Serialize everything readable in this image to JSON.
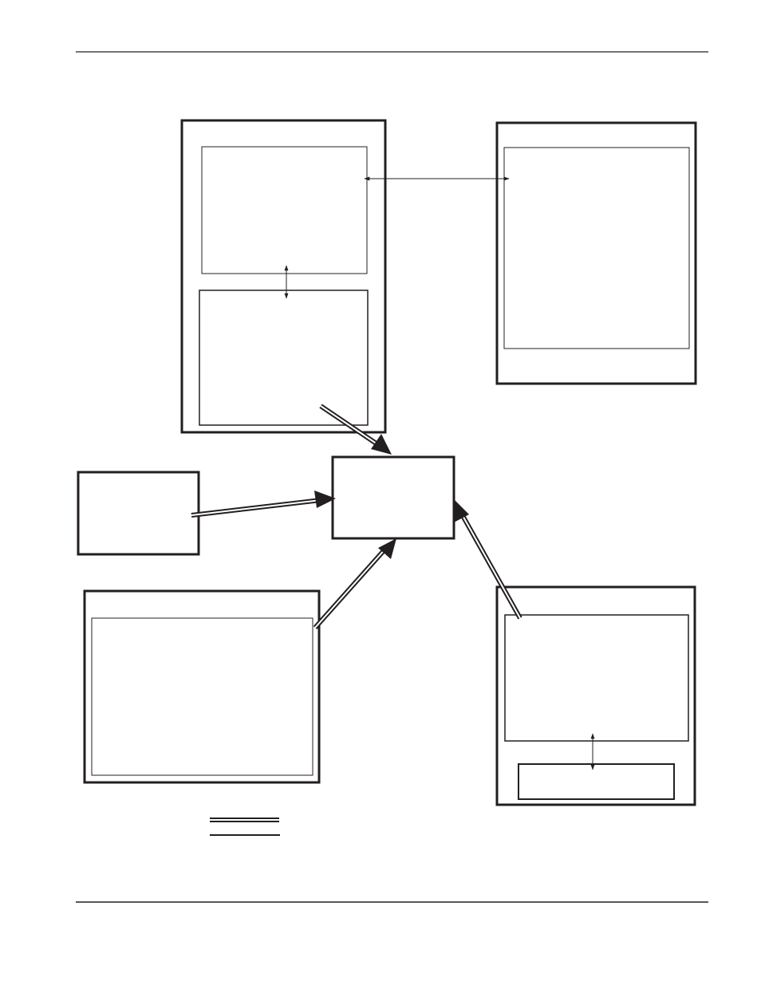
{
  "page": {
    "background": "#ffffff",
    "ink_color": "#231f20"
  },
  "diagram": {
    "type": "block-diagram",
    "labels": [],
    "boxes": [
      {
        "id": "upper-left-group",
        "kind": "container",
        "children": [
          "upper-left-top-panel",
          "upper-left-bottom-panel"
        ]
      },
      {
        "id": "upper-right-group",
        "kind": "container",
        "children": [
          "upper-right-panel"
        ]
      },
      {
        "id": "center-hub",
        "kind": "box",
        "children": []
      },
      {
        "id": "left-small-box",
        "kind": "box",
        "children": []
      },
      {
        "id": "lower-left-group",
        "kind": "container",
        "children": [
          "lower-left-panel"
        ]
      },
      {
        "id": "lower-right-group",
        "kind": "container",
        "children": [
          "lower-right-panel",
          "lower-right-bottom-panel"
        ]
      }
    ],
    "connections": [
      {
        "from": "upper-left-top-panel",
        "to": "upper-right-panel",
        "style": "thin",
        "direction": "bidirectional"
      },
      {
        "from": "upper-left-top-panel",
        "to": "upper-left-bottom-panel",
        "style": "thin",
        "direction": "bidirectional"
      },
      {
        "from": "upper-left-bottom-panel",
        "to": "center-hub",
        "style": "double-line",
        "direction": "forward"
      },
      {
        "from": "left-small-box",
        "to": "center-hub",
        "style": "double-line",
        "direction": "forward"
      },
      {
        "from": "lower-left-panel",
        "to": "center-hub",
        "style": "double-line",
        "direction": "forward"
      },
      {
        "from": "lower-right-panel",
        "to": "center-hub",
        "style": "double-line",
        "direction": "forward"
      },
      {
        "from": "lower-right-panel",
        "to": "lower-right-bottom-panel",
        "style": "thin",
        "direction": "bidirectional"
      }
    ],
    "legend": [
      {
        "symbol": "double-line",
        "label": ""
      },
      {
        "symbol": "single-line",
        "label": ""
      }
    ]
  }
}
